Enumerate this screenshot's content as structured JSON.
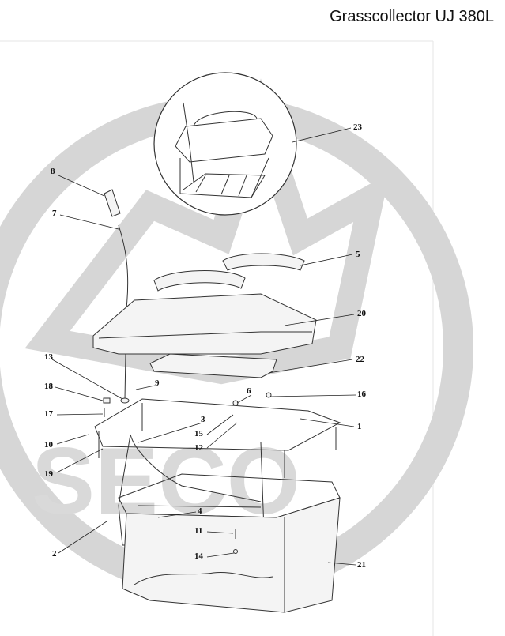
{
  "header": {
    "title": "Grasscollector UJ 380L"
  },
  "watermark": {
    "text": "SECO"
  },
  "parts": [
    {
      "id": "label-23",
      "text": "23"
    },
    {
      "id": "label-8",
      "text": "8"
    },
    {
      "id": "label-7",
      "text": "7"
    },
    {
      "id": "label-5",
      "text": "5"
    },
    {
      "id": "label-20",
      "text": "20"
    },
    {
      "id": "label-13",
      "text": "13"
    },
    {
      "id": "label-22",
      "text": "22"
    },
    {
      "id": "label-9",
      "text": "9"
    },
    {
      "id": "label-18",
      "text": "18"
    },
    {
      "id": "label-6",
      "text": "6"
    },
    {
      "id": "label-16",
      "text": "16"
    },
    {
      "id": "label-17",
      "text": "17"
    },
    {
      "id": "label-3",
      "text": "3"
    },
    {
      "id": "label-1",
      "text": "1"
    },
    {
      "id": "label-10",
      "text": "10"
    },
    {
      "id": "label-15",
      "text": "15"
    },
    {
      "id": "label-12",
      "text": "12"
    },
    {
      "id": "label-19",
      "text": "19"
    },
    {
      "id": "label-4",
      "text": "4"
    },
    {
      "id": "label-11",
      "text": "11"
    },
    {
      "id": "label-2",
      "text": "2"
    },
    {
      "id": "label-14",
      "text": "14"
    },
    {
      "id": "label-21",
      "text": "21"
    }
  ]
}
